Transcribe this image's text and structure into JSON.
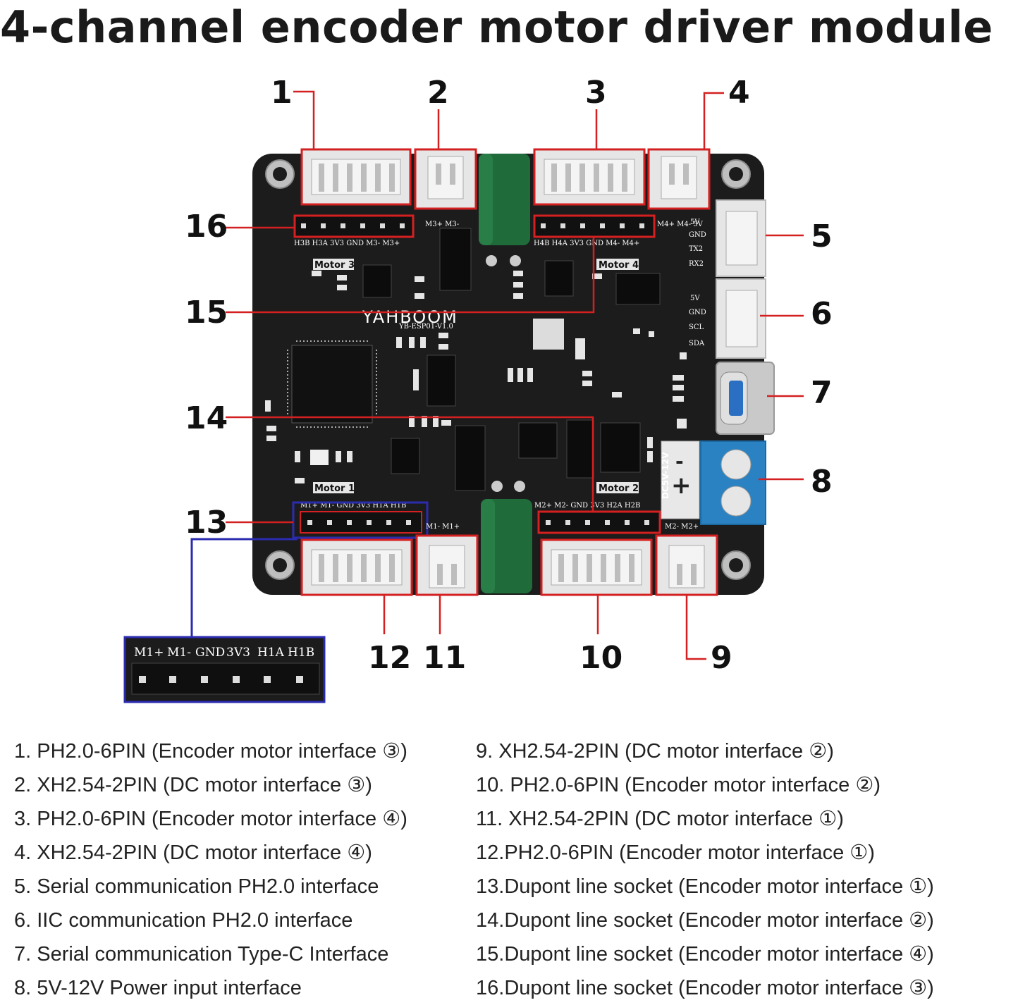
{
  "title": "4-channel encoder motor driver module",
  "callouts": [
    "1",
    "2",
    "3",
    "4",
    "5",
    "6",
    "7",
    "8",
    "9",
    "10",
    "11",
    "12",
    "13",
    "14",
    "15",
    "16"
  ],
  "board": {
    "brand": "YAHBOOM",
    "version": "YB-ESP01-V1.0",
    "motor_labels": [
      "Motor 3",
      "Motor 4",
      "Motor 1",
      "Motor 2"
    ],
    "header_top_left": "H3B H3A 3V3 GND M3- M3+",
    "header_top_right": "H4B H4A 3V3 GND M4- M4+",
    "header_bottom_left": "M1+ M1- GND 3V3 H1A H1B",
    "header_bottom_right": "M2+ M2- GND 3V3 H2A H2B",
    "power_label": "DC5V-12V",
    "uart_pins": "5V GND TX2 RX2",
    "iic_pins": "5V GND SCL SDA",
    "dc_m3": "M3+ M3-",
    "dc_m4": "M4+ M4- 5V",
    "dc_m1": "M1- M1+",
    "dc_m2": "M2- M2+"
  },
  "zoom_pins": [
    "M1+",
    "M1-",
    "GND",
    "3V3",
    "H1A",
    "H1B"
  ],
  "legend_left": [
    "1.  PH2.0-6PIN (Encoder motor interface ③)",
    "2. XH2.54-2PIN (DC motor interface ③)",
    "3. PH2.0-6PIN (Encoder motor interface ④)",
    "4. XH2.54-2PIN (DC motor interface ④)",
    "5. Serial communication PH2.0 interface",
    "6. IIC communication PH2.0 interface",
    "7. Serial communication Type-C Interface",
    "8. 5V-12V Power input interface"
  ],
  "legend_right": [
    "9. XH2.54-2PIN (DC motor interface ②)",
    "10. PH2.0-6PIN (Encoder motor interface ②)",
    "11. XH2.54-2PIN (DC motor interface ①)",
    "12.PH2.0-6PIN (Encoder motor interface ①)",
    "13.Dupont line socket (Encoder motor interface ①)",
    "14.Dupont line socket (Encoder motor interface ②)",
    "15.Dupont line socket (Encoder motor interface ④)",
    "16.Dupont line socket (Encoder motor interface ③)"
  ],
  "colors": {
    "board": "#1c1c1c",
    "callout_line": "#d42020",
    "zoom_frame": "#2b2bb0",
    "capacitor": "#1f6b3a",
    "terminal": "#2a82c2",
    "connector": "#e8e8e8"
  }
}
